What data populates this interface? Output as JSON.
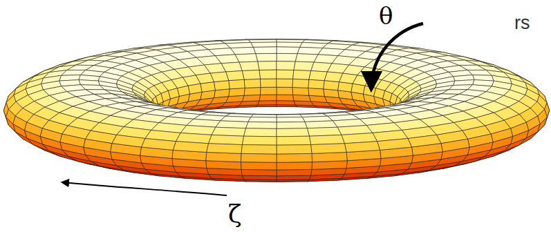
{
  "diagram": {
    "labels": [
      "θ",
      "rs",
      "ζ"
    ]
  }
}
